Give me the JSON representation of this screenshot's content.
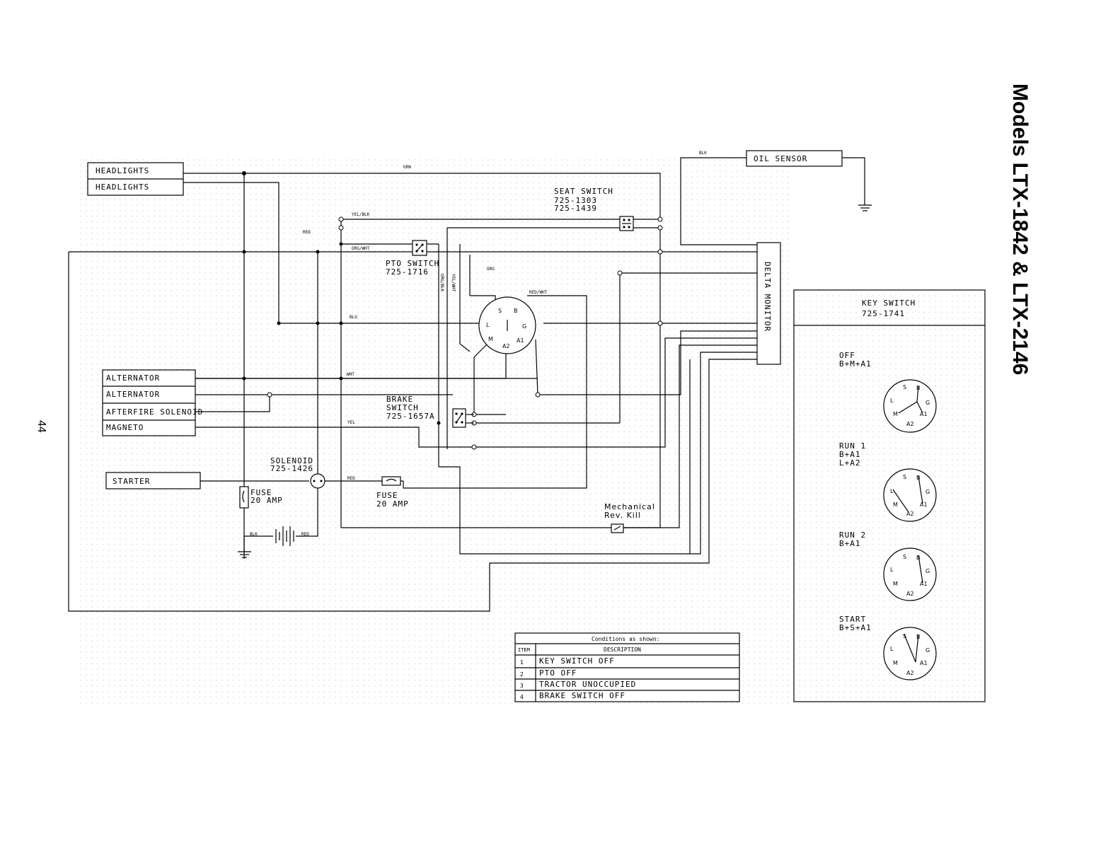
{
  "page": {
    "title": "Models LTX-1842 & LTX-2146",
    "page_number": "44"
  },
  "components": {
    "headlights_1": "HEADLIGHTS",
    "headlights_2": "HEADLIGHTS",
    "oil_sensor": "OIL SENSOR",
    "seat_switch": "SEAT SWITCH",
    "seat_switch_pn1": "725-1303",
    "seat_switch_pn2": "725-1439",
    "pto_switch": "PTO SWITCH",
    "pto_switch_pn": "725-1716",
    "delta_monitor": "DELTA MONITOR",
    "alternator_1": "ALTERNATOR",
    "alternator_2": "ALTERNATOR",
    "afterfire_solenoid": "AFTERFIRE SOLENOID",
    "magneto": "MAGNETO",
    "brake_switch": "BRAKE",
    "brake_switch_2": "SWITCH",
    "brake_switch_pn": "725-1657A",
    "starter": "STARTER",
    "solenoid": "SOLENOID",
    "solenoid_pn": "725-1426",
    "fuse_left": "FUSE",
    "fuse_left_amp": "20 AMP",
    "fuse_right": "FUSE",
    "fuse_right_amp": "20 AMP",
    "mech_kill_1": "Mechanical",
    "mech_kill_2": "Rev. Kill"
  },
  "wire_labels": {
    "grn": "GRN",
    "blk_top": "BLK",
    "yel_blk": "YEL/BLK",
    "red_top": "RED",
    "org_wht": "ORG/WHT",
    "org": "ORG",
    "red_wht": "RED/WHT",
    "org_blk": "ORG/BLK",
    "yel_wht": "YEL/WHT",
    "blu": "BLU",
    "wht": "WHT",
    "yel": "YEL",
    "red_mid": "RED",
    "blk_bottom": "BLK",
    "red_bottom": "RED"
  },
  "ignition": {
    "S": "S",
    "B": "B",
    "L": "L",
    "G": "G",
    "M": "M",
    "A1": "A1",
    "A2": "A2"
  },
  "key_switch": {
    "title": "KEY SWITCH",
    "part": "725-1741",
    "states": [
      {
        "name": "OFF",
        "desc": "B+M+A1"
      },
      {
        "name": "RUN 1",
        "desc": "B+A1",
        "desc2": "L+A2"
      },
      {
        "name": "RUN 2",
        "desc": "B+A1"
      },
      {
        "name": "START",
        "desc": "B+S+A1"
      }
    ]
  },
  "conditions": {
    "title": "Conditions as shown:",
    "col_item": "ITEM",
    "col_desc": "DESCRIPTION",
    "rows": [
      {
        "item": "1",
        "desc": "KEY SWITCH OFF"
      },
      {
        "item": "2",
        "desc": "PTO OFF"
      },
      {
        "item": "3",
        "desc": "TRACTOR UNOCCUPIED"
      },
      {
        "item": "4",
        "desc": "BRAKE SWITCH OFF"
      }
    ]
  }
}
